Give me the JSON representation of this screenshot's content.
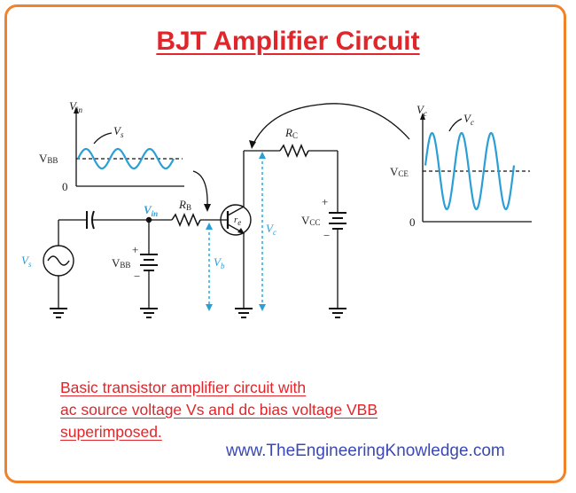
{
  "title": "BJT Amplifier Circuit",
  "caption": {
    "line1": "Basic transistor amplifier circuit with",
    "line2": "ac source voltage Vs and dc bias voltage VBB",
    "line3": "superimposed."
  },
  "website": "www.TheEngineeringKnowledge.com",
  "input_graph": {
    "axis_label": "V",
    "axis_label_sub": "in",
    "signal_label": "V",
    "signal_label_sub": "s",
    "bias_label": "V",
    "bias_label_sub": "BB",
    "zero_label": "0"
  },
  "output_graph": {
    "axis_label": "V",
    "axis_label_sub": "c",
    "signal_label": "V",
    "signal_label_sub": "c",
    "bias_label": "V",
    "bias_label_sub": "CE",
    "zero_label": "0"
  },
  "circuit": {
    "source_label": "V",
    "source_label_sub": "s",
    "vin_label": "V",
    "vin_label_sub": "in",
    "rb_label": "R",
    "rb_label_sub": "B",
    "vbb_label": "V",
    "vbb_label_sub": "BB",
    "plus": "+",
    "minus": "−",
    "re_label": "r",
    "re_label_sub": "e",
    "vb_label": "V",
    "vb_label_sub": "b",
    "vc_label": "V",
    "vc_label_sub": "c",
    "rc_label": "R",
    "rc_label_sub": "C",
    "vcc_label": "V",
    "vcc_label_sub": "CC"
  },
  "colors": {
    "accent_red": "#e0262a",
    "frame_orange": "#f0832a",
    "signal_blue": "#2a9fd6",
    "link_blue": "#3a48b8"
  }
}
